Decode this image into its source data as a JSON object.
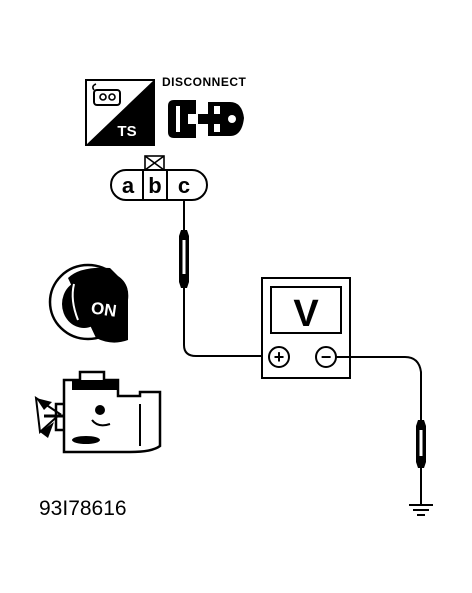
{
  "diagram": {
    "code": "93I78616",
    "tool_label": "TS",
    "disconnect_label": "DISCONNECT",
    "connector_pins": [
      "a",
      "b",
      "c"
    ],
    "ignition_label": "ON",
    "meter_label": "V",
    "positive_symbol": "+",
    "negative_symbol": "−"
  },
  "icons": {
    "service_tool": "service-tool-icon",
    "disconnect_connector": "disconnected-connector-icon",
    "ignition_key": "ignition-key-icon",
    "engine": "engine-icon",
    "ground": "ground-icon",
    "voltmeter": "voltmeter-icon"
  },
  "colors": {
    "ink": "#000000",
    "paper": "#ffffff"
  }
}
